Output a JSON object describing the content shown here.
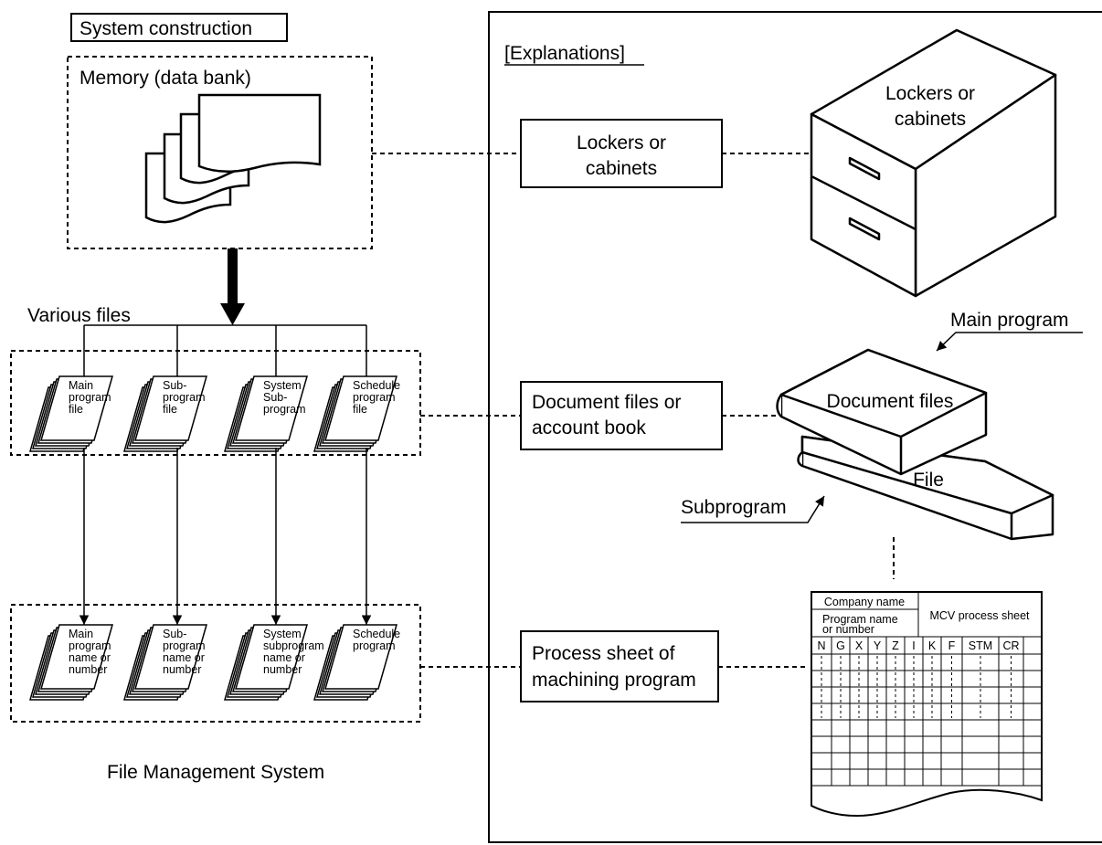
{
  "left": {
    "system_construction": "System construction",
    "memory_label": "Memory (data bank)",
    "various_files": "Various files",
    "upper_files": [
      {
        "lines": [
          "Main",
          "program",
          "file"
        ]
      },
      {
        "lines": [
          "Sub-",
          "program",
          "file"
        ]
      },
      {
        "lines": [
          "System",
          "Sub-",
          "program"
        ]
      },
      {
        "lines": [
          "Schedule",
          "program",
          "file"
        ]
      }
    ],
    "lower_files": [
      {
        "lines": [
          "Main",
          "program",
          "name or",
          "number"
        ]
      },
      {
        "lines": [
          "Sub-",
          "program",
          "name or",
          "number"
        ]
      },
      {
        "lines": [
          "System",
          "subprogram",
          "name or",
          "number"
        ]
      },
      {
        "lines": [
          "Schedule",
          "program"
        ]
      }
    ],
    "footer": "File Management System"
  },
  "right": {
    "explanations": "[Explanations]",
    "box_lockers": [
      "Lockers or",
      "cabinets"
    ],
    "cabinet_label": [
      "Lockers or",
      "cabinets"
    ],
    "box_documents": [
      "Document files or",
      "account book"
    ],
    "main_program": "Main program",
    "book_top": "Document files",
    "book_bottom": "File",
    "subprogram": "Subprogram",
    "box_process": [
      "Process sheet of",
      "machining program"
    ],
    "sheet": {
      "company": "Company name",
      "program_name": [
        "Program name",
        "or number"
      ],
      "title": "MCV process sheet",
      "columns": [
        "N",
        "G",
        "X",
        "Y",
        "Z",
        "I",
        "K",
        "F",
        "STM",
        "CR"
      ]
    }
  }
}
